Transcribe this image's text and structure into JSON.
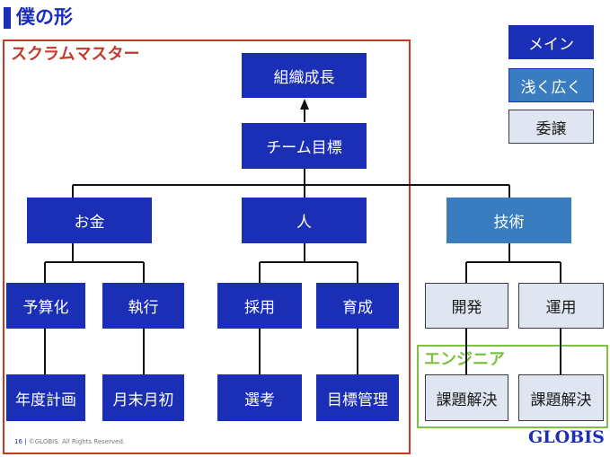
{
  "title": "僕の形",
  "frames": {
    "scrum_label": "スクラムマスター",
    "engineer_label": "エンジニア"
  },
  "legend": {
    "main": "メイン",
    "broad": "浅く広く",
    "delegate": "委譲"
  },
  "nodes": {
    "growth": "組織成長",
    "team_goal": "チーム目標",
    "money": "お金",
    "people": "人",
    "tech": "技術",
    "budgeting": "予算化",
    "execution": "執行",
    "hiring": "採用",
    "training": "育成",
    "development": "開発",
    "operation": "運用",
    "annual_plan": "年度計画",
    "month_end": "月末月初",
    "selection": "選考",
    "goal_management": "目標管理",
    "issue_solving_1": "課題解決",
    "issue_solving_2": "課題解決"
  },
  "footer": {
    "page": "16",
    "copyright": "©GLOBIS. All Rights Reserved."
  },
  "logo": "GLOBIS",
  "colors": {
    "main": "#1a2fb5",
    "broad": "#3a7cc0",
    "delegate": "#e0e5f2",
    "scrum_frame": "#c0392b",
    "engineer_frame": "#7dc243"
  }
}
